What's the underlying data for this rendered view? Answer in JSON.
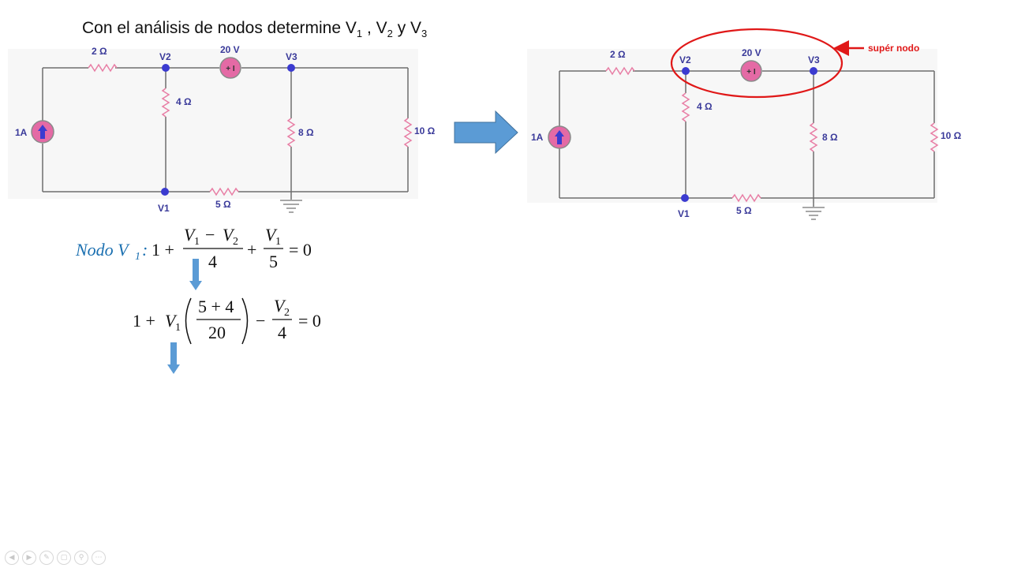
{
  "title": {
    "text": "Con el análisis de nodos determine V",
    "s1": "1",
    "sep1": " , V",
    "s2": "2",
    "sep2": " y V",
    "s3": "3"
  },
  "circuit_labels": {
    "r_2": "2 Ω",
    "r_4": "4 Ω",
    "r_8": "8 Ω",
    "r_10": "10 Ω",
    "r_5": "5 Ω",
    "source_v": "20 V",
    "source_i": "1A",
    "node_v1": "V1",
    "node_v2": "V2",
    "node_v3": "V3",
    "plus_minus": "+ I"
  },
  "supernode_label": "supér nodo",
  "equations": {
    "nodo_word": "Nodo V",
    "nodo_sub": "1",
    "colon": ":",
    "eq1": {
      "one": "1 +",
      "num1": "V",
      "num1s": "1",
      "minus": "−",
      "num2": "V",
      "num2s": "2",
      "den1": "4",
      "plus": "+",
      "num3": "V",
      "num3s": "1",
      "den2": "5",
      "eq": "= 0"
    },
    "eq2": {
      "lead": "1 +",
      "v": "V",
      "vs": "1",
      "num": "5 + 4",
      "den": "20",
      "minus": "−",
      "v2": "V",
      "v2s": "2",
      "den2": "4",
      "eq": "= 0"
    }
  },
  "colors": {
    "wire": "#6e6e6e",
    "node": "#3b3bd0",
    "resistor": "#e87ea5",
    "source_fill": "#e46aa5",
    "arrow_blue": "#5b9bd5",
    "super_red": "#e01818",
    "nodo_blue": "#1a6fb0"
  },
  "toolbar": [
    "prev-icon",
    "next-icon",
    "pen-icon",
    "slides-icon",
    "zoom-icon",
    "more-icon"
  ],
  "toolbar_glyphs": [
    "◀",
    "▶",
    "✎",
    "▢",
    "⚲",
    "⋯"
  ]
}
